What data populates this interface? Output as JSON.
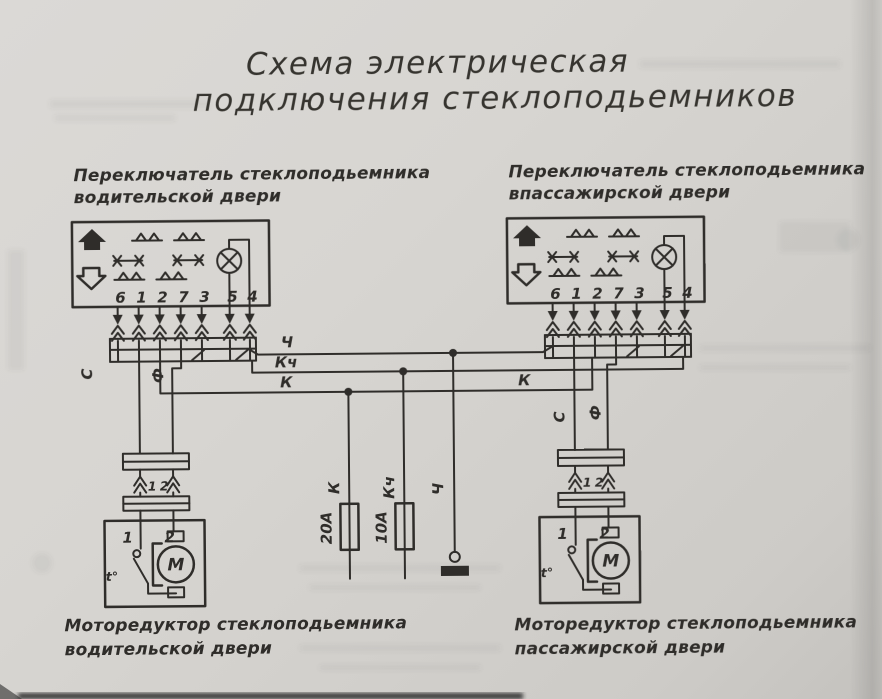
{
  "title": {
    "line1": "Схема электрическая",
    "line2": "подключения стеклоподьемников"
  },
  "switch_left": {
    "label1": "Переключатель стеклоподьемника",
    "label2": "водительской двери",
    "pins": [
      "6",
      "1",
      "2",
      "7",
      "3",
      "5",
      "4"
    ]
  },
  "switch_right": {
    "label1": "Переключатель стеклоподьемника",
    "label2": "впассажирской двери",
    "pins": [
      "6",
      "1",
      "2",
      "7",
      "3",
      "5",
      "4"
    ]
  },
  "motor_left": {
    "label1": "Моторедуктор стеклоподьемника",
    "label2": "водительской двери",
    "pin1": "1",
    "pin2": "2",
    "motor": "М",
    "thermal": "t°"
  },
  "motor_right": {
    "label1": "Моторедуктор стеклоподьемника",
    "label2": "пассажирской двери",
    "pin1": "1",
    "pin2": "2",
    "motor": "М",
    "thermal": "t°"
  },
  "wires": {
    "black": "Ч",
    "red_black": "Кч",
    "red": "К",
    "gray": "С",
    "violet": "Ф"
  },
  "fuses": {
    "fuse1": "20А",
    "fuse2": "10А"
  },
  "colors": {
    "ink": "#2f2d2a",
    "paper": "#d7d5d1"
  }
}
